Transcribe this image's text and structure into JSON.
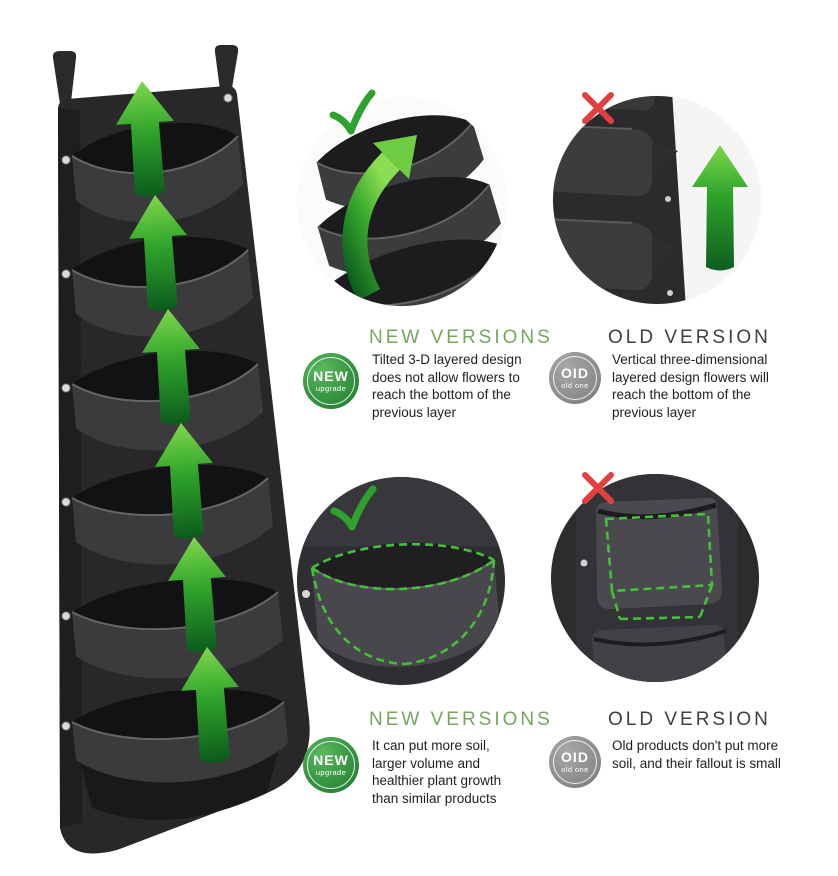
{
  "icons": {
    "check_icon": "✓",
    "cross_icon": "✕",
    "up_arrow_icon": "↑"
  },
  "colors": {
    "new_heading_green": "#74a75c",
    "old_heading_gray": "#3f3f41",
    "check_green": "#2ea22e",
    "cross_red": "#e24040",
    "arrow_green_bright": "#7fd84d",
    "arrow_green_dark": "#0e5e1f",
    "badge_new_green": "#2f8d3c",
    "badge_old_gray": "#8b8b8b",
    "planter_fabric_dark": "#28282a"
  },
  "sections": {
    "layer_comparison": {
      "new": {
        "heading": "NEW VERSIONS",
        "badge": {
          "top": "NEW",
          "bottom": "upgrade"
        },
        "description": "Tilted 3-D layered design does not allow flowers to reach the bottom of the previous layer"
      },
      "old": {
        "heading": "OLD VERSION",
        "badge": {
          "top": "OID",
          "bottom": "old one"
        },
        "description": "Vertical three-dimensional layered design flowers will reach the bottom of the previous layer"
      }
    },
    "volume_comparison": {
      "new": {
        "heading": "NEW VERSIONS",
        "badge": {
          "top": "NEW",
          "bottom": "upgrade"
        },
        "description": "It can put more soil, larger volume and healthier plant growth than similar products"
      },
      "old": {
        "heading": "OLD VERSION",
        "badge": {
          "top": "OID",
          "bottom": "old one"
        },
        "description": "Old products don't put more soil, and their fallout is small"
      }
    }
  }
}
